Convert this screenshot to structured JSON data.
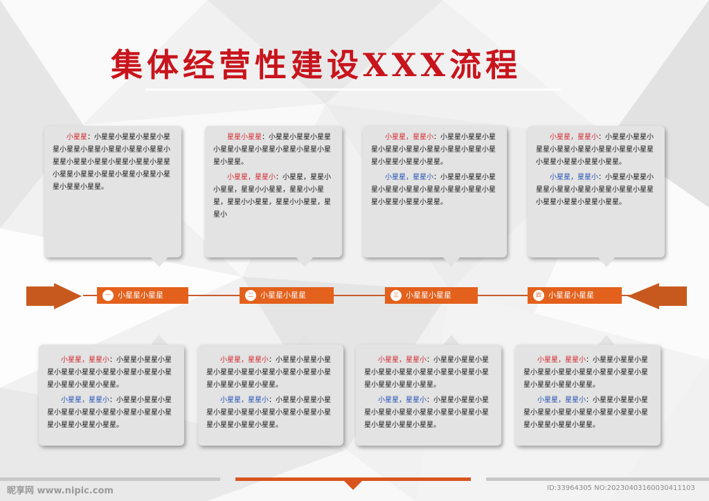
{
  "title": "集体经营性建设XXX流程",
  "steps": [
    {
      "num": "一",
      "label": "小星星小星星"
    },
    {
      "num": "二",
      "label": "小星星小星星"
    },
    {
      "num": "三",
      "label": "小星星小星星"
    },
    {
      "num": "四",
      "label": "小星星小星星"
    }
  ],
  "top_cards": [
    {
      "p1_red": "小星星",
      "p1_text": "：小星星小星星小星星小星星小星星小星星小星星小星星小星星小星星小星星小星星小星星小星星小星星小星星小星星小星星小星星小星星小星星小星星小星星。",
      "p2_colored": "",
      "p2_text": ""
    },
    {
      "p1_red": "星星小星星",
      "p1_text": "：小星星小星星小星星小星星小星星小星星小星星小星星小星星小星星。",
      "p2_colored": "小星星，星星小",
      "p2_text": "：小星星，星星小小星星，星星小小星星，星星小小星星，星星小小星星，星星小小星星，星星小"
    },
    {
      "p1_red": "小星星，星星小",
      "p1_text": "：小星星小星星小星星小星星小星星小星星小星星小星星小星星小星星小星星小星星。",
      "p2_colored": "小星星，星星小",
      "p2_text": "：小星星小星星小星星小星星小星星小星星小星星小星星小星星小星星小星星小星星。"
    },
    {
      "p1_red": "小星星，星星小",
      "p1_text": "：小星星小星星小星星小星星小星星小星星小星星小星星小星星小星星小星星小星星。",
      "p2_colored": "小星星，星星小",
      "p2_text": "：小星星小星星小星星小星星小星星小星星小星星小星星小星星小星星小星星小星星。"
    }
  ],
  "bottom_cards": [
    {
      "p1_red": "小星星，星星小",
      "p1_text": "：小星星小星星小星星小星星小星星小星星小星星小星星小星星小星星小星星小星星。",
      "p2_colored": "小星星，星星小",
      "p2_text": "：小星星小星星小星星小星星小星星小星星小星星小星星小星星小星星小星星小星星。"
    },
    {
      "p1_red": "小星星，星星小",
      "p1_text": "：小星星小星星小星星小星星小星星小星星小星星小星星小星星小星星小星星小星星。",
      "p2_colored": "小星星，星星小",
      "p2_text": "：小星星小星星小星星小星星小星星小星星小星星小星星小星星小星星小星星小星星。"
    },
    {
      "p1_red": "小星星，星星小",
      "p1_text": "：小星星小星星小星星小星星小星星小星星小星星小星星小星星小星星小星星小星星。",
      "p2_colored": "小星星，星星小",
      "p2_text": "：小星星小星星小星星小星星小星星小星星小星星小星星小星星小星星小星星小星星。"
    },
    {
      "p1_red": "小星星，星星小",
      "p1_text": "：小星星小星星小星星小星星小星星小星星小星星小星星小星星小星星小星星小星星。",
      "p2_colored": "小星星，星星小",
      "p2_text": "：小星星小星星小星星小星星小星星小星星小星星小星星小星星小星星小星星小星星。"
    }
  ],
  "watermark_left": "昵享网 www.nipic.com",
  "watermark_right": "ID:33964305 NO:20230403160030411103",
  "colors": {
    "accent": "#e3611c",
    "title": "#c8141c",
    "red_text": "#d2232a",
    "blue_text": "#1f4fb4"
  }
}
